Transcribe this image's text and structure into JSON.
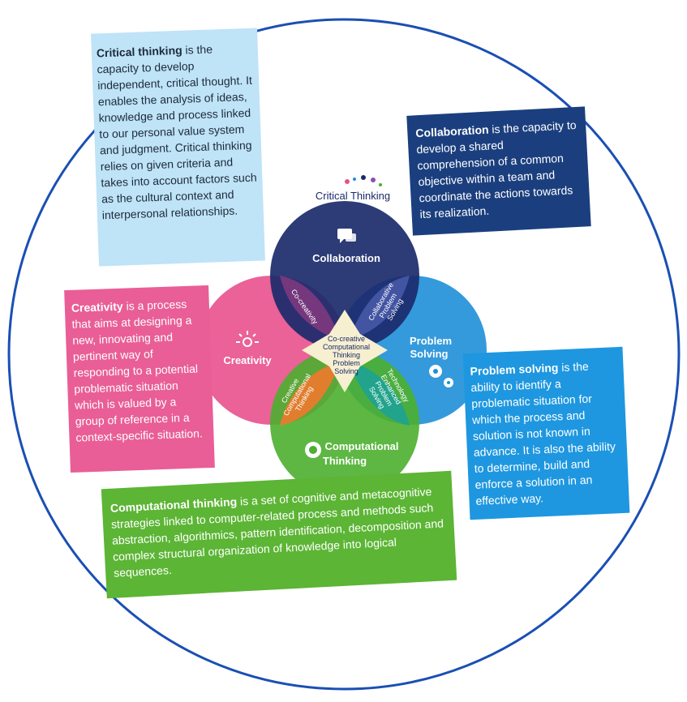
{
  "diagram": {
    "header_label": "Critical Thinking",
    "circles": {
      "collaboration": "Collaboration",
      "creativity": "Creativity",
      "problem_solving_line1": "Problem",
      "problem_solving_line2": "Solving",
      "computational_line1": "Computational",
      "computational_line2": "Thinking"
    },
    "overlaps": {
      "co_creativity": "Co-creativity",
      "collab_ps_line1": "Collaborative",
      "collab_ps_line2": "Problem",
      "collab_ps_line3": "Solving",
      "creative_ct_line1": "Creative",
      "creative_ct_line2": "Computational",
      "creative_ct_line3": "Thinking",
      "tech_line1": "Technology",
      "tech_line2": "Enhanced",
      "tech_line3": "Problem",
      "tech_line4": "Solving"
    },
    "center": {
      "line1": "Co-creative",
      "line2": "Computational",
      "line3": "Thinking",
      "line4": "Problem",
      "line5": "Solving"
    },
    "colors": {
      "ring": "#1a4fb4",
      "collaboration": "#1b2a6b",
      "creativity": "#e8518c",
      "problem_solving": "#1e8fd8",
      "computational": "#4caf2f",
      "center": "#f6efd0"
    }
  },
  "cards": {
    "critical": {
      "term": "Critical thinking",
      "text": " is the capacity to develop independent, critical thought. It enables the analysis of ideas, knowledge and process linked to our personal value system and judgment. Critical thinking relies on given criteria and takes into account factors such as the cultural context and interpersonal relationships."
    },
    "collaboration": {
      "term": "Collaboration",
      "text": " is the capacity to develop a shared comprehension of a common objective within a team and coordinate the actions towards its realization."
    },
    "creativity": {
      "term": "Creativity",
      "text": " is a process that aims at designing a new, innovating and pertinent way of responding to a potential problematic situation which is valued by a group of reference in a context-specific situation."
    },
    "problem_solving": {
      "term": "Problem solving",
      "text": " is the ability to identify a problematic situation for which the process and solution is not known in advance. It is also the ability to determine, build and enforce a solution in an effective way."
    },
    "computational": {
      "term": "Computational thinking",
      "text": " is a set of cognitive and metacognitive strategies linked to computer-related process and methods such abstraction, algorithmics, pattern identification, decomposition and complex structural organization of knowledge into logical sequences."
    }
  }
}
